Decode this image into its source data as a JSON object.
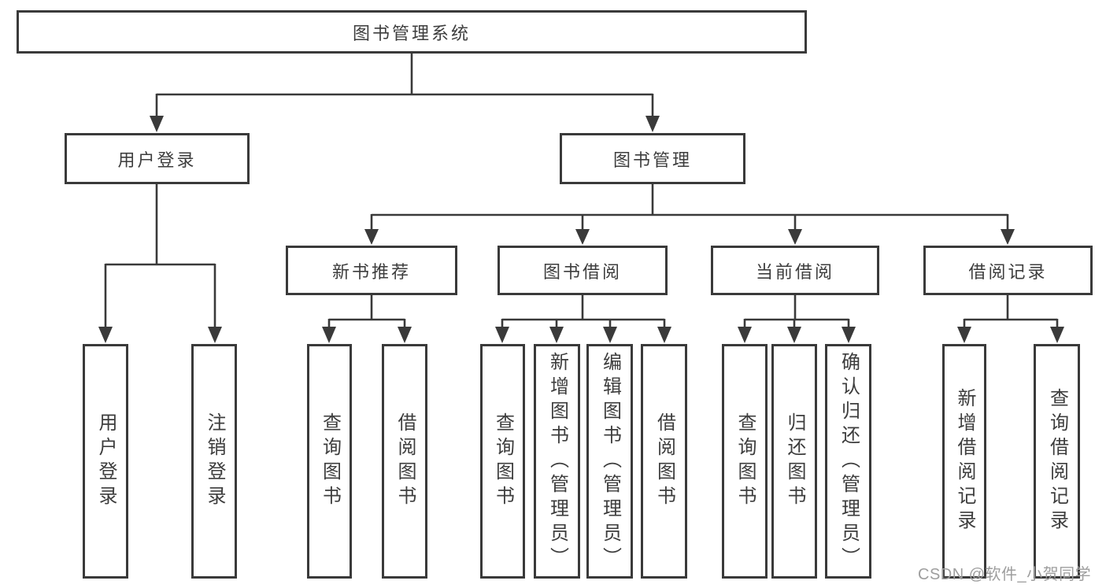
{
  "diagram": {
    "root": {
      "label": "图书管理系统"
    },
    "level2": [
      {
        "label": "用户登录"
      },
      {
        "label": "图书管理"
      }
    ],
    "level3": [
      {
        "label": "新书推荐"
      },
      {
        "label": "图书借阅"
      },
      {
        "label": "当前借阅"
      },
      {
        "label": "借阅记录"
      }
    ],
    "leaves": [
      {
        "label": "用户登录"
      },
      {
        "label": "注销登录"
      },
      {
        "label": "查询图书"
      },
      {
        "label": "借阅图书"
      },
      {
        "label": "查询图书"
      },
      {
        "label": "新增图书（管理员）"
      },
      {
        "label": "编辑图书（管理员）"
      },
      {
        "label": "借阅图书"
      },
      {
        "label": "查询图书"
      },
      {
        "label": "归还图书"
      },
      {
        "label": "确认归还（管理员）"
      },
      {
        "label": "新增借阅记录"
      },
      {
        "label": "查询借阅记录"
      }
    ],
    "colors": {
      "line": "#3a3a3a",
      "text": "#3d3d3d",
      "box_background": "#ffffff",
      "watermark": "#9e9e9e"
    },
    "watermark": {
      "text": "CSDN @软件_小贺同学"
    }
  }
}
